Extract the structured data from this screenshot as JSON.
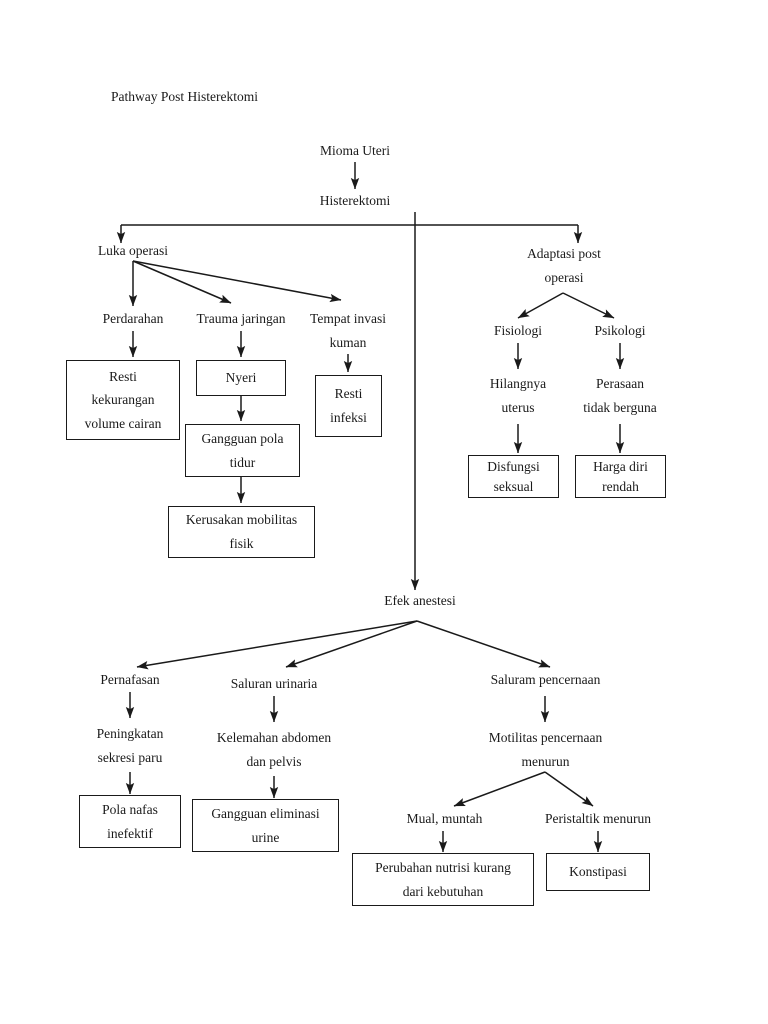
{
  "document": {
    "title": "Pathway Post Histerektomi"
  },
  "diagram": {
    "type": "flowchart",
    "orientation": "top-down",
    "line_color": "#1a1a1a",
    "background_color": "#ffffff",
    "nodes": [
      {
        "id": "mioma_uteri",
        "label": "Mioma Uteri",
        "lines": [
          "Mioma Uteri"
        ],
        "boxed": false
      },
      {
        "id": "histerektomi",
        "label": "Histerektomi",
        "lines": [
          "Histerektomi"
        ],
        "boxed": false
      },
      {
        "id": "luka_operasi",
        "label": "Luka operasi",
        "lines": [
          "Luka operasi"
        ],
        "boxed": false
      },
      {
        "id": "adaptasi",
        "label": "Adaptasi post operasi",
        "lines": [
          "Adaptasi post",
          "operasi"
        ],
        "boxed": false
      },
      {
        "id": "perdarahan",
        "label": "Perdarahan",
        "lines": [
          "Perdarahan"
        ],
        "boxed": false
      },
      {
        "id": "trauma_jaringan",
        "label": "Trauma jaringan",
        "lines": [
          "Trauma jaringan"
        ],
        "boxed": false
      },
      {
        "id": "tempat_invasi",
        "label": "Tempat invasi kuman",
        "lines": [
          "Tempat invasi",
          "kuman"
        ],
        "boxed": false
      },
      {
        "id": "resti_kekurangan",
        "label": "Resti kekurangan volume cairan",
        "lines": [
          "Resti",
          "kekurangan",
          "volume cairan"
        ],
        "boxed": true
      },
      {
        "id": "nyeri",
        "label": "Nyeri",
        "lines": [
          "Nyeri"
        ],
        "boxed": true
      },
      {
        "id": "resti_infeksi",
        "label": "Resti infeksi",
        "lines": [
          "Resti",
          "infeksi"
        ],
        "boxed": true
      },
      {
        "id": "gangguan_tidur",
        "label": "Gangguan pola tidur",
        "lines": [
          "Gangguan pola",
          "tidur"
        ],
        "boxed": true
      },
      {
        "id": "kerusakan_mobilitas",
        "label": "Kerusakan mobilitas fisik",
        "lines": [
          "Kerusakan mobilitas",
          "fisik"
        ],
        "boxed": true
      },
      {
        "id": "fisiologi",
        "label": "Fisiologi",
        "lines": [
          "Fisiologi"
        ],
        "boxed": false
      },
      {
        "id": "psikologi",
        "label": "Psikologi",
        "lines": [
          "Psikologi"
        ],
        "boxed": false
      },
      {
        "id": "hilangnya_uterus",
        "label": "Hilangnya uterus",
        "lines": [
          "Hilangnya",
          "uterus"
        ],
        "boxed": false
      },
      {
        "id": "perasaan_tidak",
        "label": "Perasaan tidak berguna",
        "lines": [
          "Perasaan",
          "tidak berguna"
        ],
        "boxed": false
      },
      {
        "id": "disfungsi_seksual",
        "label": "Disfungsi seksual",
        "lines": [
          "Disfungsi",
          "seksual"
        ],
        "boxed": true
      },
      {
        "id": "harga_diri_rendah",
        "label": "Harga diri rendah",
        "lines": [
          "Harga diri",
          "rendah"
        ],
        "boxed": true
      },
      {
        "id": "efek_anestesi",
        "label": "Efek anestesi",
        "lines": [
          "Efek anestesi"
        ],
        "boxed": false
      },
      {
        "id": "pernafasan",
        "label": "Pernafasan",
        "lines": [
          "Pernafasan"
        ],
        "boxed": false
      },
      {
        "id": "saluran_urinaria",
        "label": "Saluran urinaria",
        "lines": [
          "Saluran urinaria"
        ],
        "boxed": false
      },
      {
        "id": "saluram_pencernaan",
        "label": "Saluram pencernaan",
        "lines": [
          "Saluram pencernaan"
        ],
        "boxed": false
      },
      {
        "id": "peningkatan_sekresi",
        "label": "Peningkatan sekresi paru",
        "lines": [
          "Peningkatan",
          "sekresi paru"
        ],
        "boxed": false
      },
      {
        "id": "kelemahan_abdomen",
        "label": "Kelemahan abdomen dan pelvis",
        "lines": [
          "Kelemahan abdomen",
          "dan pelvis"
        ],
        "boxed": false
      },
      {
        "id": "motilitas_menurun",
        "label": "Motilitas pencernaan menurun",
        "lines": [
          "Motilitas pencernaan",
          "menurun"
        ],
        "boxed": false
      },
      {
        "id": "pola_nafas",
        "label": "Pola nafas inefektif",
        "lines": [
          "Pola nafas",
          "inefektif"
        ],
        "boxed": true
      },
      {
        "id": "gangguan_eliminasi",
        "label": "Gangguan eliminasi urine",
        "lines": [
          "Gangguan eliminasi",
          "urine"
        ],
        "boxed": true
      },
      {
        "id": "mual_muntah",
        "label": "Mual, muntah",
        "lines": [
          "Mual, muntah"
        ],
        "boxed": false
      },
      {
        "id": "peristaltik_menurun",
        "label": "Peristaltik menurun",
        "lines": [
          "Peristaltik menurun"
        ],
        "boxed": false
      },
      {
        "id": "perubahan_nutrisi",
        "label": "Perubahan nutrisi kurang dari kebutuhan",
        "lines": [
          "Perubahan nutrisi kurang",
          "dari kebutuhan"
        ],
        "boxed": true
      },
      {
        "id": "konstipasi",
        "label": "Konstipasi",
        "lines": [
          "Konstipasi"
        ],
        "boxed": true
      }
    ],
    "edges": [
      {
        "from": "mioma_uteri",
        "to": "histerektomi"
      },
      {
        "from": "histerektomi",
        "to": "luka_operasi"
      },
      {
        "from": "histerektomi",
        "to": "adaptasi"
      },
      {
        "from": "histerektomi",
        "to": "efek_anestesi"
      },
      {
        "from": "luka_operasi",
        "to": "perdarahan"
      },
      {
        "from": "luka_operasi",
        "to": "trauma_jaringan"
      },
      {
        "from": "luka_operasi",
        "to": "tempat_invasi"
      },
      {
        "from": "perdarahan",
        "to": "resti_kekurangan"
      },
      {
        "from": "trauma_jaringan",
        "to": "nyeri"
      },
      {
        "from": "tempat_invasi",
        "to": "resti_infeksi"
      },
      {
        "from": "nyeri",
        "to": "gangguan_tidur"
      },
      {
        "from": "gangguan_tidur",
        "to": "kerusakan_mobilitas"
      },
      {
        "from": "adaptasi",
        "to": "fisiologi"
      },
      {
        "from": "adaptasi",
        "to": "psikologi"
      },
      {
        "from": "fisiologi",
        "to": "hilangnya_uterus"
      },
      {
        "from": "psikologi",
        "to": "perasaan_tidak"
      },
      {
        "from": "hilangnya_uterus",
        "to": "disfungsi_seksual"
      },
      {
        "from": "perasaan_tidak",
        "to": "harga_diri_rendah"
      },
      {
        "from": "efek_anestesi",
        "to": "pernafasan"
      },
      {
        "from": "efek_anestesi",
        "to": "saluran_urinaria"
      },
      {
        "from": "efek_anestesi",
        "to": "saluram_pencernaan"
      },
      {
        "from": "pernafasan",
        "to": "peningkatan_sekresi"
      },
      {
        "from": "saluran_urinaria",
        "to": "kelemahan_abdomen"
      },
      {
        "from": "saluram_pencernaan",
        "to": "motilitas_menurun"
      },
      {
        "from": "peningkatan_sekresi",
        "to": "pola_nafas"
      },
      {
        "from": "kelemahan_abdomen",
        "to": "gangguan_eliminasi"
      },
      {
        "from": "motilitas_menurun",
        "to": "mual_muntah"
      },
      {
        "from": "motilitas_menurun",
        "to": "peristaltik_menurun"
      },
      {
        "from": "mual_muntah",
        "to": "perubahan_nutrisi"
      },
      {
        "from": "peristaltik_menurun",
        "to": "konstipasi"
      }
    ]
  }
}
